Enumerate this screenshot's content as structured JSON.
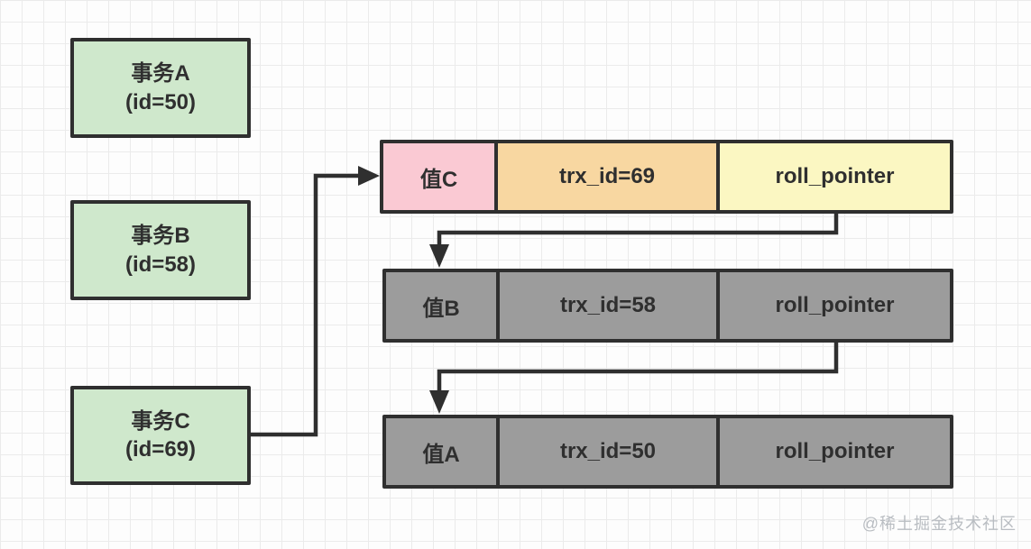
{
  "colors": {
    "green": "#cfe8cc",
    "pink": "#fac9d3",
    "orange": "#f8d7a1",
    "yellow": "#fbf7c2",
    "gray": "#9c9c9c",
    "line": "#2f2f2f",
    "text": "#2f2f2f",
    "grid": "#ebebeb",
    "bg": "#fdfdfd",
    "watermark": "#b9bdc2"
  },
  "transactions": [
    {
      "name": "事务A",
      "id": "(id=50)"
    },
    {
      "name": "事务B",
      "id": "(id=58)"
    },
    {
      "name": "事务C",
      "id": "(id=69)"
    }
  ],
  "version_chain": [
    {
      "value": "值C",
      "trx_id": "trx_id=69",
      "roll_pointer": "roll_pointer"
    },
    {
      "value": "值B",
      "trx_id": "trx_id=58",
      "roll_pointer": "roll_pointer"
    },
    {
      "value": "值A",
      "trx_id": "trx_id=50",
      "roll_pointer": "roll_pointer"
    }
  ],
  "watermark": "@稀土掘金技术社区"
}
